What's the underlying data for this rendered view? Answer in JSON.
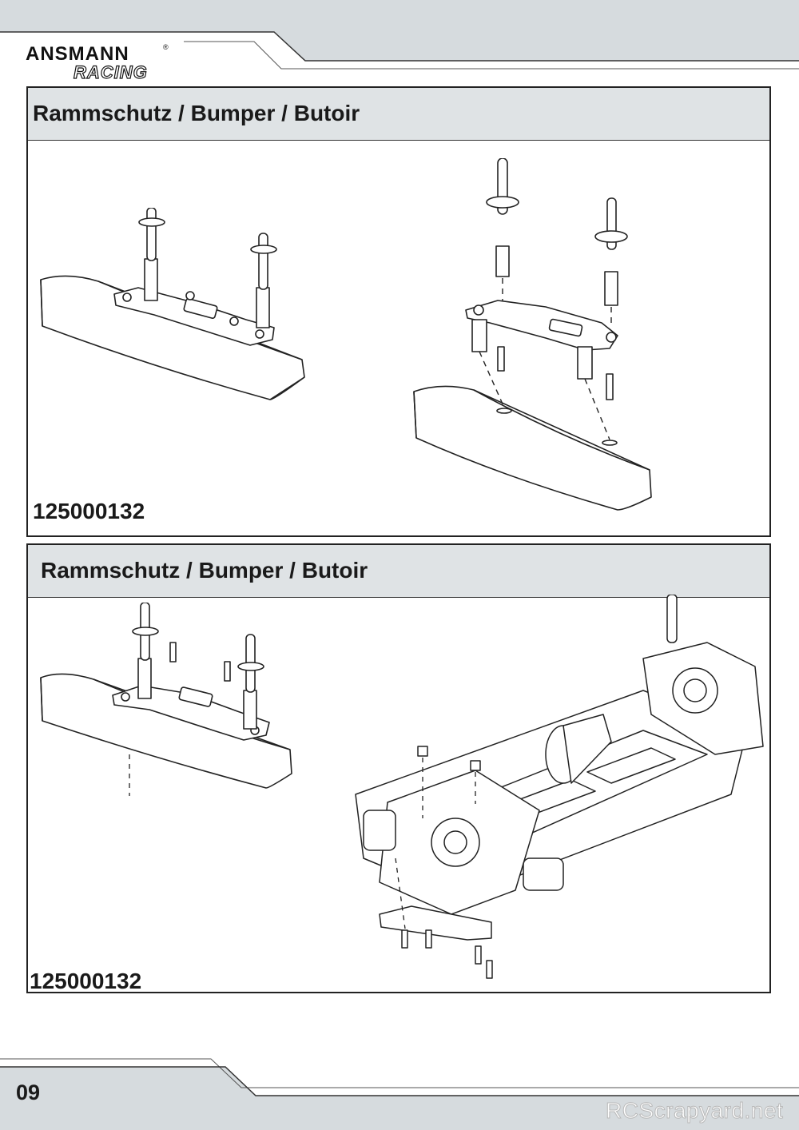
{
  "brand": {
    "name": "ANSMANN",
    "sub": "RACING",
    "reg": "®"
  },
  "sections": [
    {
      "title": "Rammschutz / Bumper / Butoir",
      "part_number": "125000132"
    },
    {
      "title": "Rammschutz / Bumper / Butoir",
      "part_number": "125000132"
    }
  ],
  "footer": {
    "page_number": "09"
  },
  "watermark": "RCScrapyard.net",
  "colors": {
    "band": "#d6dbde",
    "panel_header": "#dfe3e5",
    "line": "#222222"
  }
}
